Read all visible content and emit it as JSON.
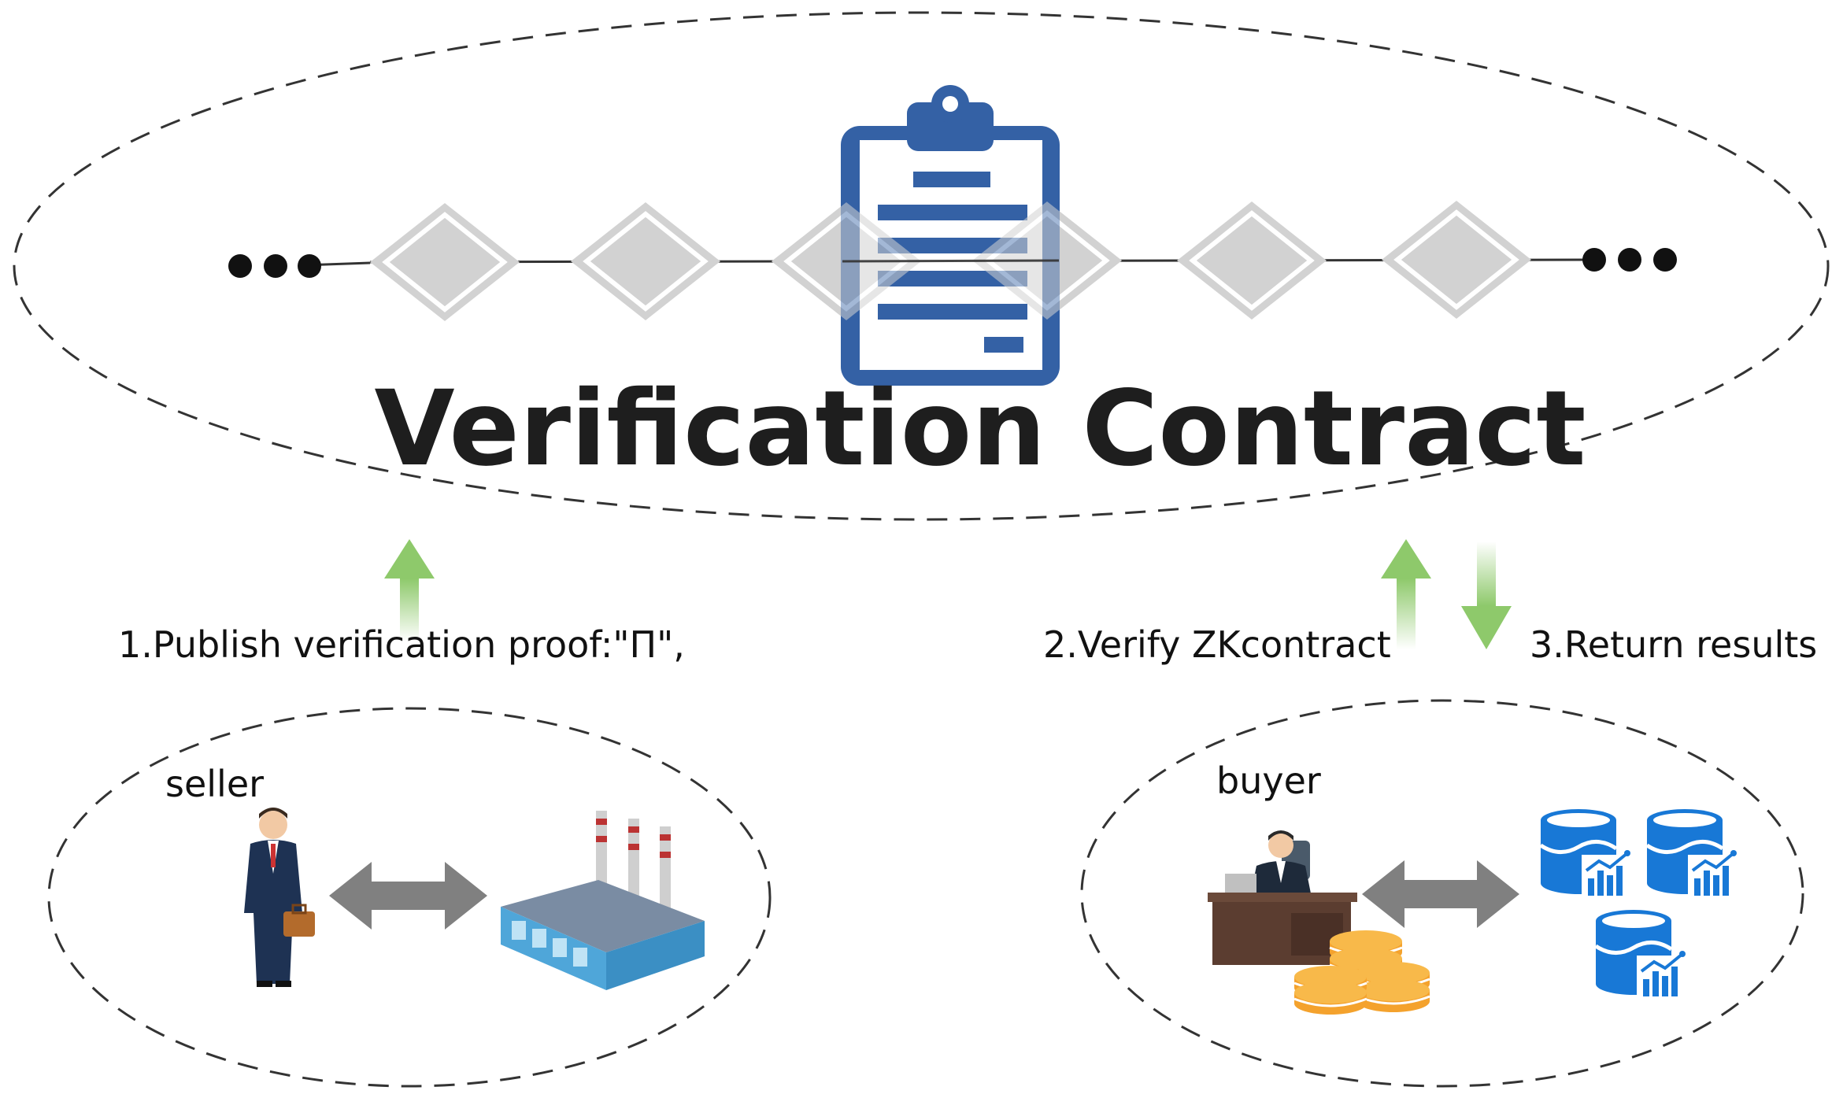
{
  "title": "Verification Contract",
  "steps": {
    "publish": "1.Publish verification proof:\"Π\",",
    "verify": "2.Verify ZKcontract",
    "return": "3.Return results"
  },
  "actors": {
    "seller": "seller",
    "buyer": "buyer"
  },
  "chain": {
    "ellipsis_left": "•••",
    "ellipsis_right": "•••"
  },
  "colors": {
    "clipboard": "#3461a5",
    "arrow_green": "#8ec96b",
    "block_gray": "#d2d2d2",
    "exchange_arrow": "#808080",
    "coins": "#f4a22d",
    "database": "#1878d6"
  },
  "icons": {
    "clipboard": "clipboard-icon",
    "seller_person": "businessman-icon",
    "factory": "factory-icon",
    "buyer_person": "person-at-desk-icon",
    "coins": "coin-stack-icon",
    "database": "database-chart-icon"
  }
}
